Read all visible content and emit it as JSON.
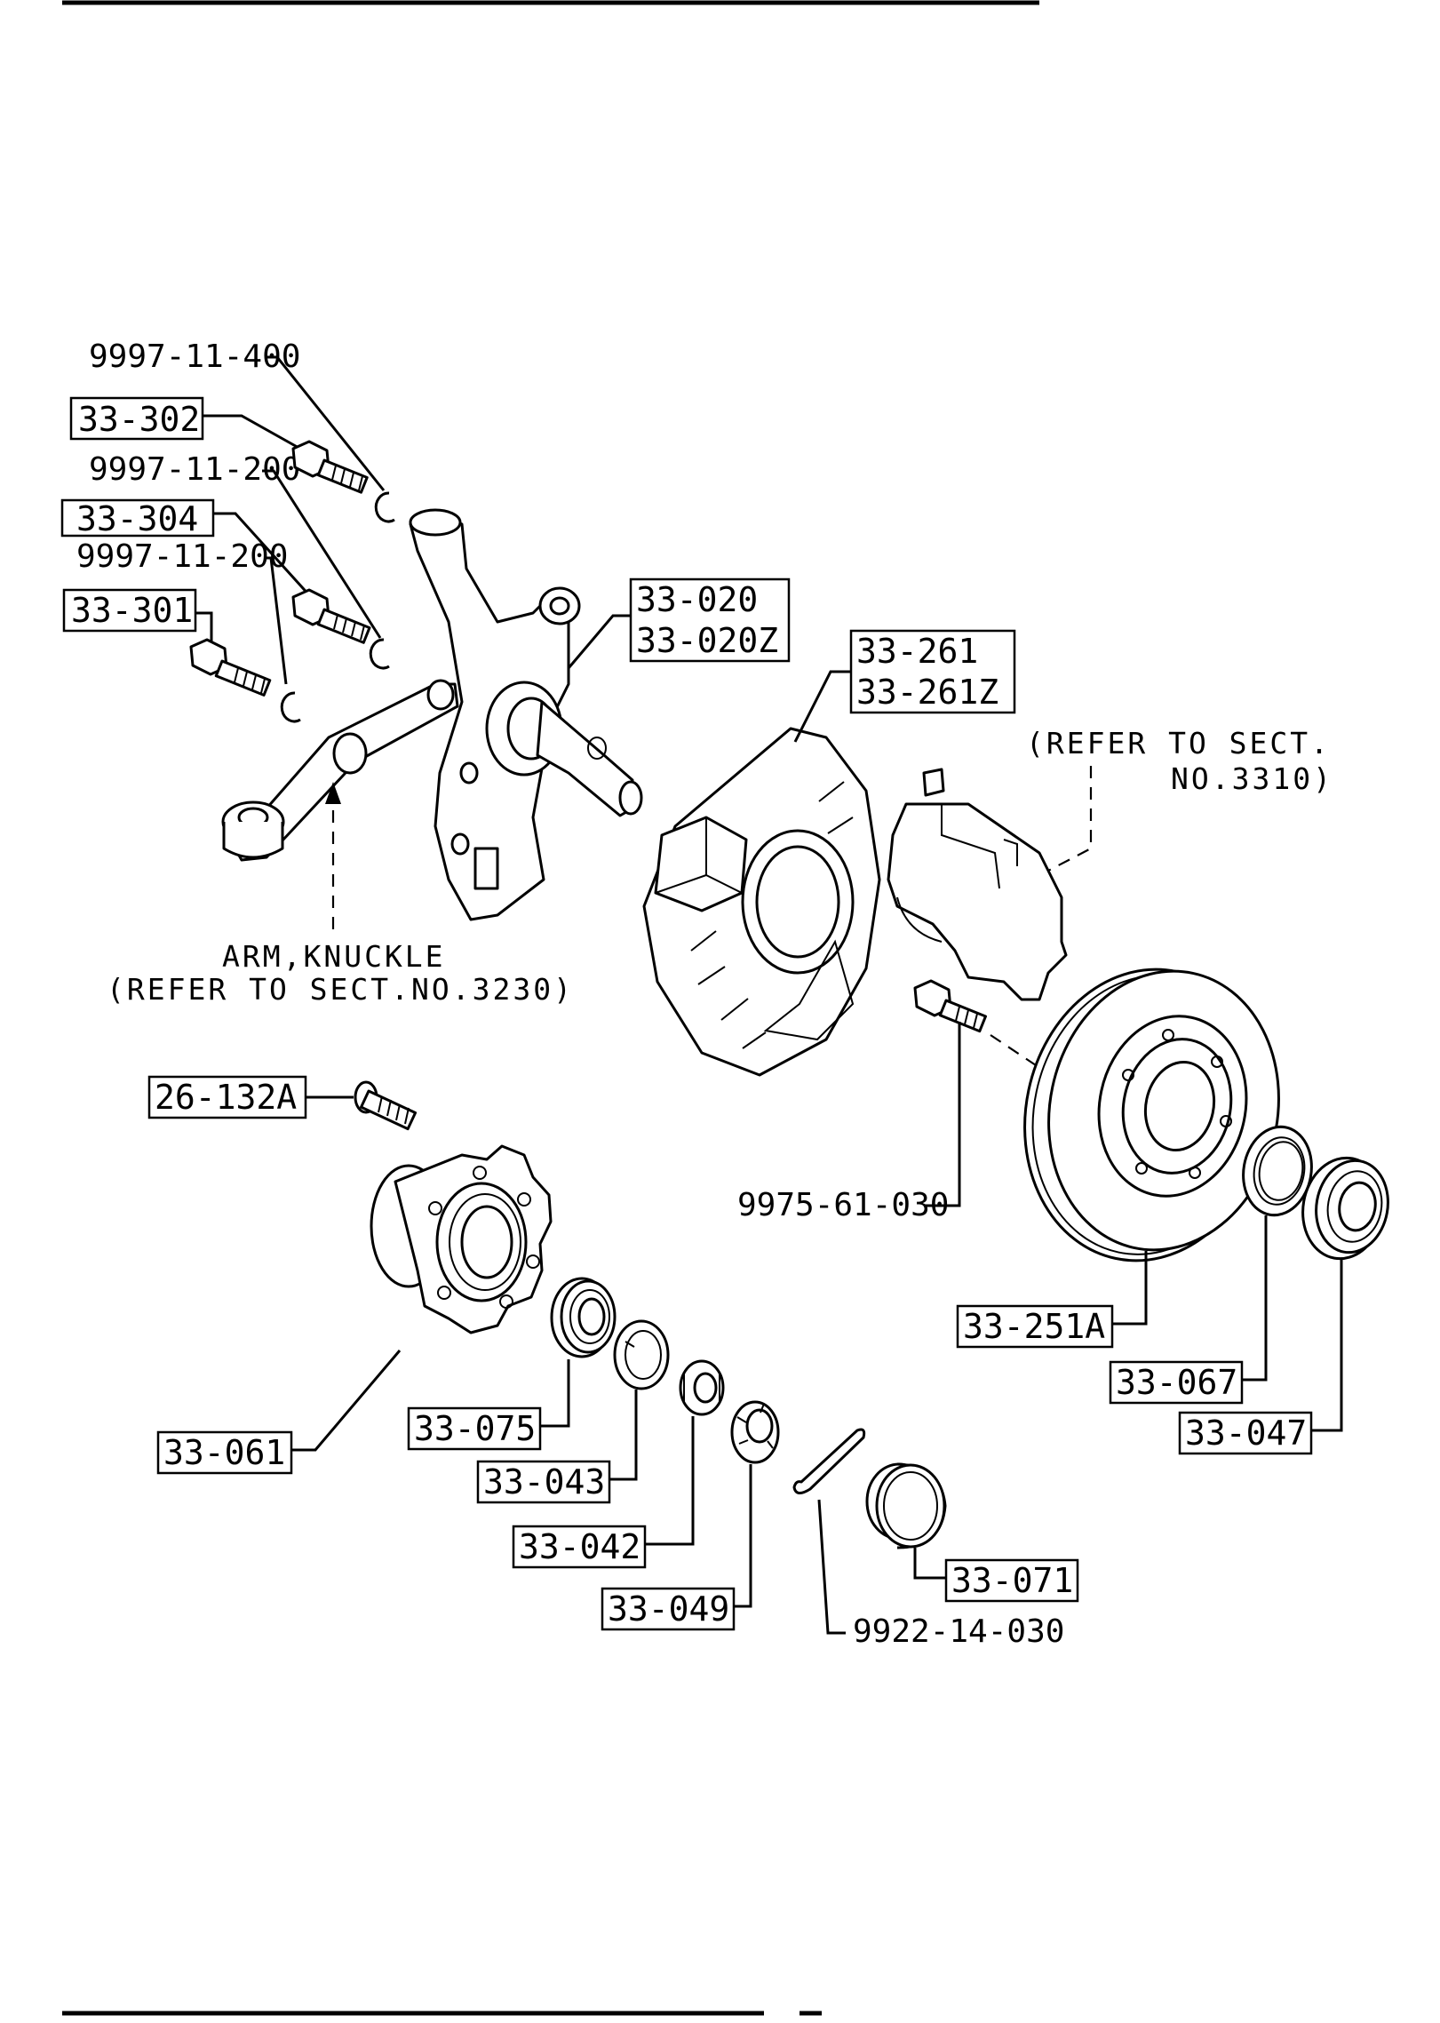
{
  "labels": {
    "p_9997_11_400": "9997-11-400",
    "p_33_302": "33-302",
    "p_9997_11_200_a": "9997-11-200",
    "p_33_304": "33-304",
    "p_9997_11_200_b": "9997-11-200",
    "p_33_301": "33-301",
    "p_33_020": "33-020",
    "p_33_020z": "33-020Z",
    "p_33_261": "33-261",
    "p_33_261z": "33-261Z",
    "caliper_note_1": "(REFER TO SECT.",
    "caliper_note_2": "NO.3310)",
    "arm_note_1": "ARM,KNUCKLE",
    "arm_note_2": "(REFER TO SECT.NO.3230)",
    "p_26_132a": "26-132A",
    "p_9975_61_030": "9975-61-030",
    "p_33_251a": "33-251A",
    "p_33_067": "33-067",
    "p_33_047": "33-047",
    "p_33_061": "33-061",
    "p_33_075": "33-075",
    "p_33_043": "33-043",
    "p_33_042": "33-042",
    "p_33_049": "33-049",
    "p_33_071": "33-071",
    "p_9922_14_030": "9922-14-030"
  },
  "parts": [
    {
      "id": "bolt-33-302",
      "icon": "bolt-icon"
    },
    {
      "id": "washer-9997-11-400",
      "icon": "c-washer-icon"
    },
    {
      "id": "bolt-33-304",
      "icon": "bolt-icon"
    },
    {
      "id": "washer-9997-11-200-a",
      "icon": "c-washer-icon"
    },
    {
      "id": "bolt-33-301",
      "icon": "bolt-icon"
    },
    {
      "id": "washer-9997-11-200-b",
      "icon": "c-washer-icon"
    },
    {
      "id": "knuckle-33-020",
      "icon": "steering-knuckle-icon"
    },
    {
      "id": "knuckle-arm",
      "icon": "knuckle-arm-icon"
    },
    {
      "id": "dust-cover-33-261",
      "icon": "brake-dust-shield-icon"
    },
    {
      "id": "caliper",
      "icon": "brake-caliper-icon"
    },
    {
      "id": "bolt-9975-61-030",
      "icon": "bolt-icon"
    },
    {
      "id": "disc-33-251a",
      "icon": "brake-disc-icon"
    },
    {
      "id": "seal-33-067",
      "icon": "oil-seal-icon"
    },
    {
      "id": "bearing-33-047",
      "icon": "bearing-icon"
    },
    {
      "id": "stud-26-132a",
      "icon": "wheel-stud-icon"
    },
    {
      "id": "hub-33-061",
      "icon": "wheel-hub-icon"
    },
    {
      "id": "bearing-33-075",
      "icon": "bearing-icon"
    },
    {
      "id": "washer-33-043",
      "icon": "lock-washer-icon"
    },
    {
      "id": "nut-33-042",
      "icon": "nut-icon"
    },
    {
      "id": "lock-nut-33-049",
      "icon": "castle-nut-icon"
    },
    {
      "id": "cotter-pin-9922-14-030",
      "icon": "cotter-pin-icon"
    },
    {
      "id": "grease-cap-33-071",
      "icon": "hub-cap-icon"
    }
  ]
}
